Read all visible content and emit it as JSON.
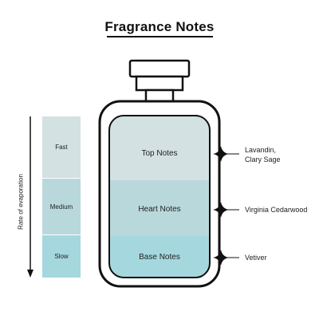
{
  "title": "Fragrance Notes",
  "axis_label": "Rate of evaporation",
  "rates": [
    {
      "label": "Fast",
      "color": "#d3e1e3"
    },
    {
      "label": "Medium",
      "color": "#b9d8dc"
    },
    {
      "label": "Slow",
      "color": "#a5d7df"
    }
  ],
  "notes": [
    {
      "label": "Top Notes",
      "ingredient_lines": [
        "Lavandin,",
        "Clary Sage"
      ],
      "color": "#d3e1e3"
    },
    {
      "label": "Heart Notes",
      "ingredient_lines": [
        "Virginia Cedarwood"
      ],
      "color": "#b9d8dc"
    },
    {
      "label": "Base Notes",
      "ingredient_lines": [
        "Vetiver"
      ],
      "color": "#a5d7df"
    }
  ]
}
